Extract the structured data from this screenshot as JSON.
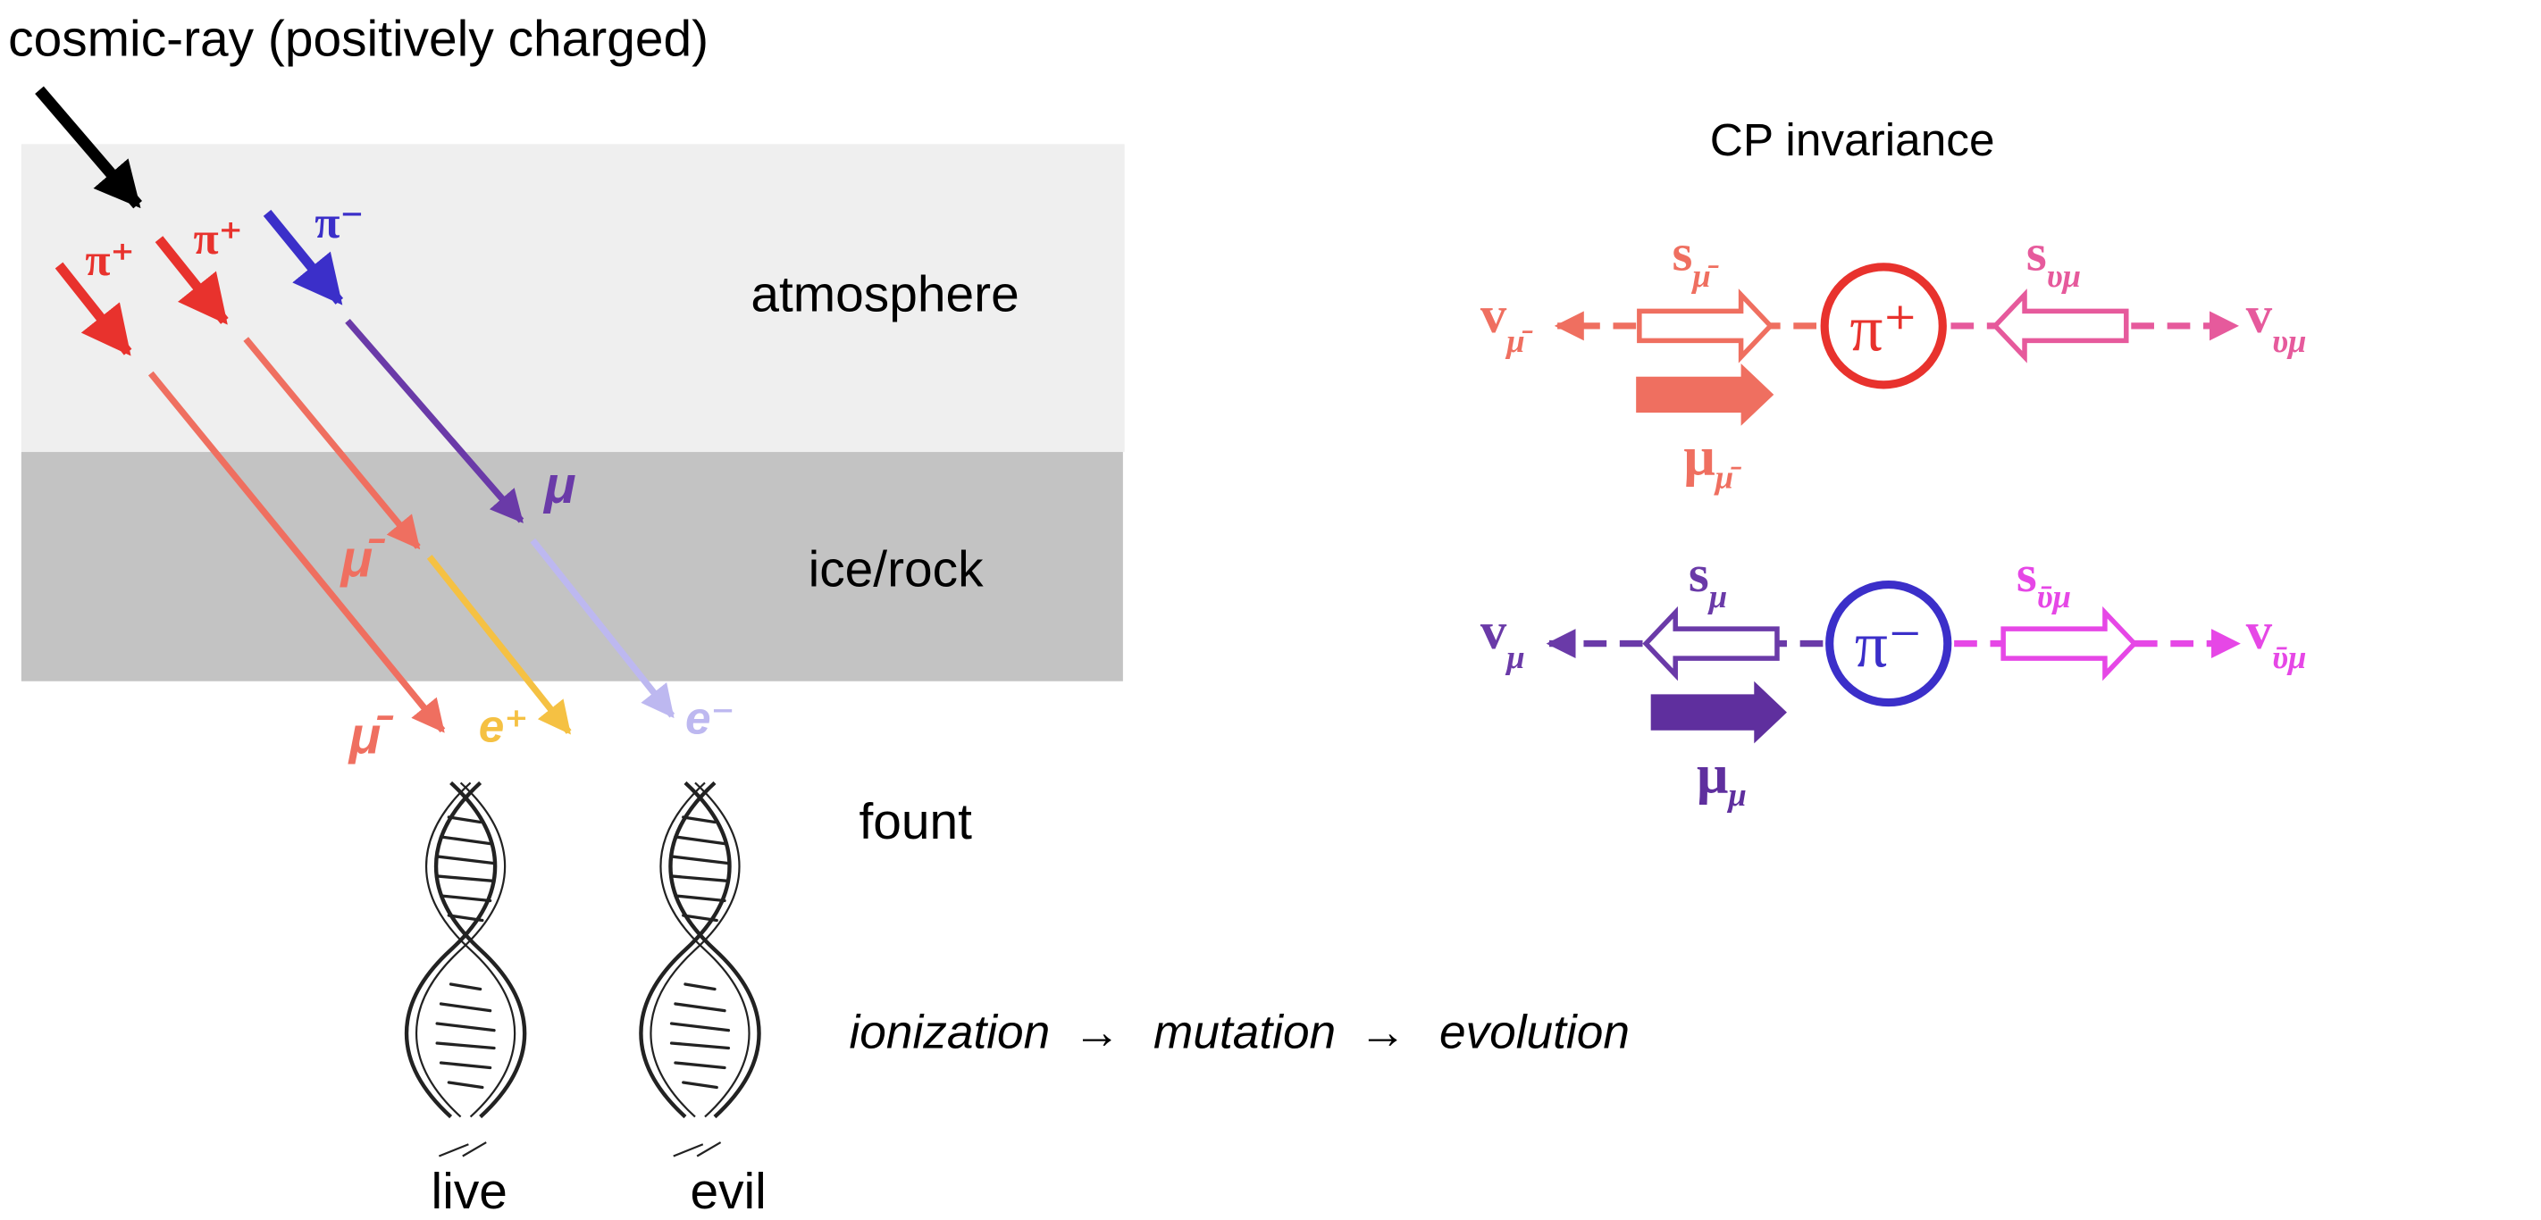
{
  "labels": {
    "cosmic_ray": "cosmic-ray (positively charged)",
    "atmosphere": "atmosphere",
    "ice_rock": "ice/rock",
    "fount": "fount",
    "live": "live",
    "evil": "evil",
    "chain": {
      "ionization": "ionization",
      "mutation": "mutation",
      "evolution": "evolution",
      "arrow": "→"
    },
    "cp_invariance": "CP invariance"
  },
  "particles": {
    "pi_plus": "π⁺",
    "pi_minus": "π⁻",
    "mu": "μ",
    "anti_mu": "μ̄",
    "e_plus": "e⁺",
    "e_minus": "e⁻"
  },
  "cp": {
    "top": {
      "left_v": "v",
      "left_v_sub": "μ̄",
      "spin_left": "s",
      "spin_left_sub": "μ̄",
      "pion": "π⁺",
      "spin_right": "s",
      "spin_right_sub": "υμ",
      "right_v": "v",
      "right_v_sub": "υμ",
      "moment": "μ",
      "moment_sub": "μ̄"
    },
    "bottom": {
      "left_v": "v",
      "left_v_sub": "μ",
      "spin_left": "s",
      "spin_left_sub": "μ",
      "pion": "π⁻",
      "spin_right": "s",
      "spin_right_sub": "ῡμ",
      "right_v": "v",
      "right_v_sub": "ῡμ",
      "moment": "μ",
      "moment_sub": "μ"
    }
  },
  "colors": {
    "atmosphere_bg": "#efefef",
    "ice_bg": "#c3c3c3",
    "pi_plus": "#e8322d",
    "pi_minus": "#3b2fc9",
    "anti_mu": "#ef6f60",
    "mu": "#6a3aa8",
    "e_plus": "#f5c143",
    "e_minus": "#bdb8f0",
    "top_right": "#e65a9c",
    "bottom_right": "#e647e6",
    "cosmic_arrow": "#000000"
  }
}
